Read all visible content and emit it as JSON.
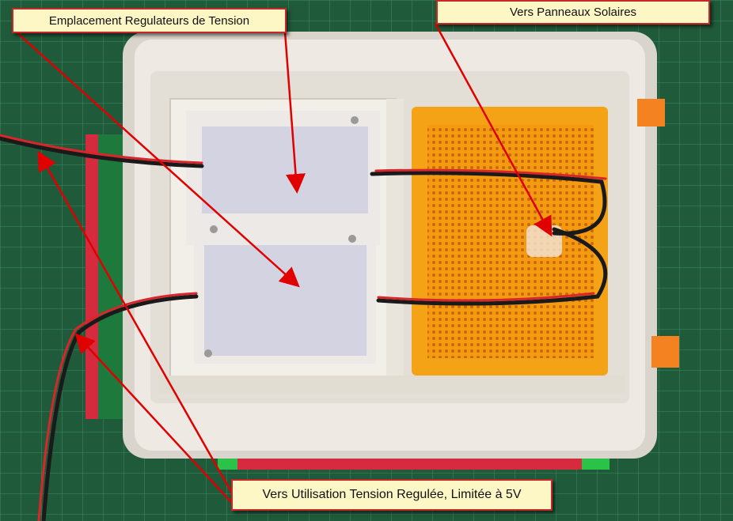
{
  "annotations": {
    "regulators_location": "Emplacement Regulateurs de Tension",
    "to_solar_panels": "Vers Panneaux Solaires",
    "to_regulated_output": "Vers Utilisation Tension Regulée, Limitée à 5V"
  },
  "colors": {
    "mat": "#1f5a3a",
    "enclosure": "#eeeae3",
    "orange_panel": "#f39a12",
    "annotation_border": "#c62828",
    "annotation_fill": "#fdf7c6",
    "arrow": "#e00000"
  }
}
